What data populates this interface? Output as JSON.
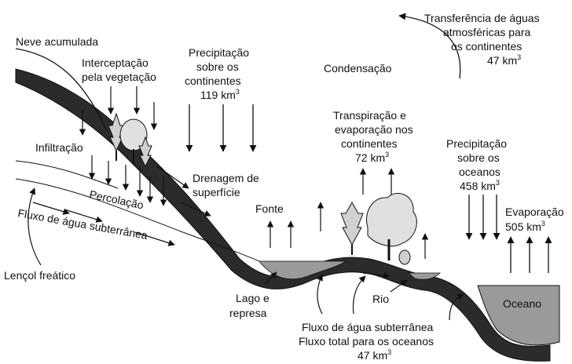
{
  "labels": {
    "neve": "Neve acumulada",
    "intercep_1": "Interceptação",
    "intercep_2": "pela vegetação",
    "precip_cont_1": "Precipitação",
    "precip_cont_2": "sobre os",
    "precip_cont_3": "continentes",
    "precip_cont_val": "119 km",
    "condensacao": "Condensação",
    "transf_1": "Transferência de águas",
    "transf_2": "atmosféricas para",
    "transf_3": "os continentes",
    "transf_val": "47 km",
    "infiltracao": "Infiltração",
    "percolacao": "Percolação",
    "drenagem_1": "Drenagem de",
    "drenagem_2": "superfície",
    "transp_1": "Transpiração e",
    "transp_2": "evaporação nos",
    "transp_3": "continentes",
    "transp_val": "72 km",
    "precip_oc_1": "Precipitação",
    "precip_oc_2": "sobre os",
    "precip_oc_3": "oceanos",
    "precip_oc_val": "458 km",
    "fonte": "Fonte",
    "evaporacao": "Evaporação",
    "evaporacao_val": "505 km",
    "fluxo_sub": "Fluxo de água subterrânea",
    "lencol": "Lençol freático",
    "lago_1": "Lago e",
    "lago_2": "represa",
    "rio": "Rio",
    "oceano": "Oceano",
    "fluxo_b1": "Fluxo de água subterrânea",
    "fluxo_b2": "Fluxo total para os oceanos",
    "fluxo_b_val": "47 km",
    "cubed": "3"
  },
  "colors": {
    "rock": "#2b2b2b",
    "rock_edge": "#111111",
    "water": "#9a9a9a",
    "foliage": "#d0d0d0",
    "line": "#111111"
  }
}
